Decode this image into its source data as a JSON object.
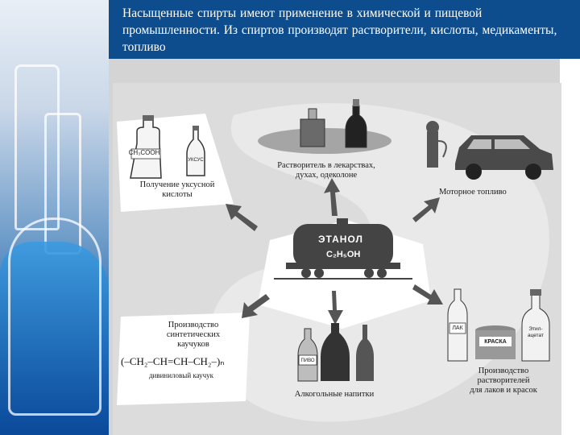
{
  "intro_text": "Насыщенные спирты имеют применение в химической и пищевой промышленности. Из спиртов производят растворители, кислоты, медикаменты, топливо",
  "center": {
    "name": "ЭТАНОЛ",
    "formula": "C₂H₅OH"
  },
  "branches": {
    "acetic": {
      "label_line1": "Получение уксусной",
      "label_line2": "кислоты",
      "bottle_big": "CH₃COOH",
      "bottle_small": "УКСУС"
    },
    "solvent_medicine": {
      "label_line1": "Растворитель в лекарствах,",
      "label_line2": "духах, одеколоне"
    },
    "fuel": {
      "label": "Моторное топливо"
    },
    "rubber": {
      "label_line1": "Производство",
      "label_line2": "синтетических",
      "label_line3": "каучуков",
      "formula": "(–CH₂–CH=CH–CH₂–)ₙ",
      "formula_caption": "дивиниловый каучук"
    },
    "drinks": {
      "label": "Алкогольные напитки",
      "bottle_tag": "ПИВО"
    },
    "solvents": {
      "label_line1": "Производство",
      "label_line2": "растворителей",
      "label_line3": "для лаков и красок",
      "tag_lak": "ЛАК",
      "tag_kraska": "КРАСКА",
      "tag_ethylacetate_1": "Этил-",
      "tag_ethylacetate_2": "ацетат"
    }
  }
}
